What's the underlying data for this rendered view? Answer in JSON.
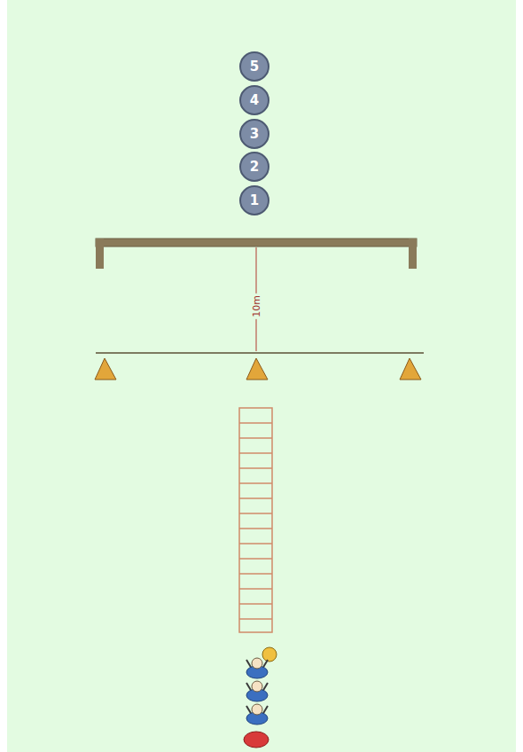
{
  "diagram": {
    "nodes": [
      {
        "text": [
          "5"
        ]
      },
      {
        "text": [
          "4"
        ]
      },
      {
        "text": [
          "3"
        ]
      },
      {
        "text": [
          "2"
        ]
      },
      {
        "text": [
          "1"
        ]
      }
    ],
    "labels": [
      "10m"
    ]
  }
}
